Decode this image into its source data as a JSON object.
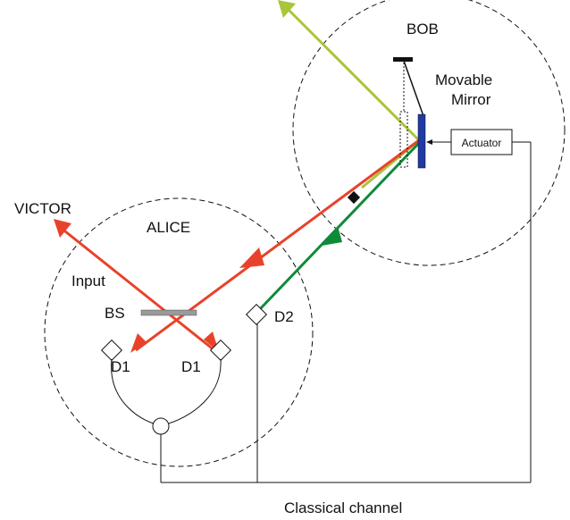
{
  "labels": {
    "bob": "BOB",
    "movable_mirror_line1": "Movable",
    "movable_mirror_line2": "Mirror",
    "actuator": "Actuator",
    "victor": "VICTOR",
    "alice": "ALICE",
    "input": "Input",
    "bs": "BS",
    "d1_left": "D1",
    "d1_right": "D1",
    "d2": "D2",
    "classical_channel": "Classical channel"
  },
  "colors": {
    "red_beam": "#e8432a",
    "green_beam": "#0f8a3a",
    "yellow_green_beam": "#a9c53a",
    "mirror": "#1f3aa6",
    "line": "#111111",
    "beamsplitter": "#9a9a9a"
  }
}
